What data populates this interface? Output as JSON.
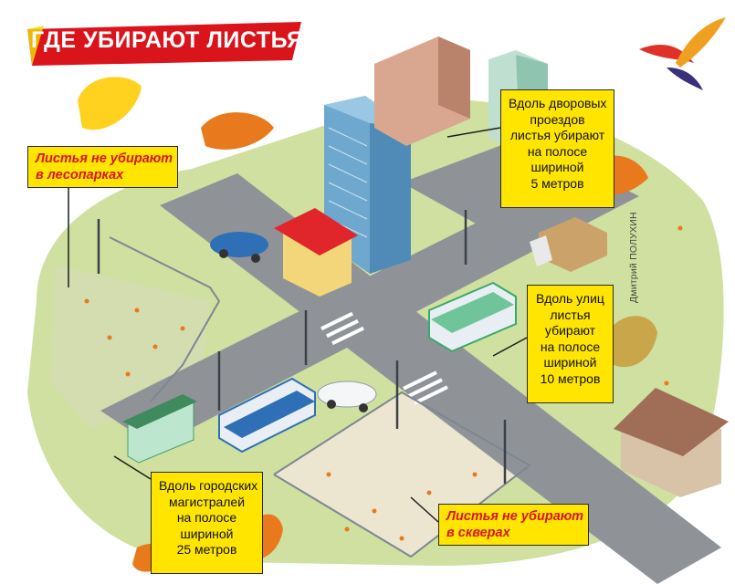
{
  "title": "ГДЕ УБИРАЮТ ЛИСТЬЯ",
  "callouts": {
    "courtyard": {
      "lines": [
        "Вдоль дворовых",
        "проездов",
        "листья убирают",
        "на полосе",
        "шириной",
        "5 метров"
      ]
    },
    "streets": {
      "lines": [
        "Вдоль улиц",
        "листья",
        "убирают",
        "на полосе",
        "шириной",
        "10 метров"
      ]
    },
    "highways": {
      "lines": [
        "Вдоль городских",
        "магистралей",
        "на полосе",
        "шириной",
        "25 метров"
      ]
    },
    "forest_parks": {
      "lines": [
        "Листья не убирают",
        "в лесопарках"
      ]
    },
    "squares": {
      "lines": [
        "Листья не убирают",
        "в скверах"
      ]
    }
  },
  "author_credit": "Дмитрий ПОЛУХИН",
  "colors": {
    "banner_red": "#d9141b",
    "callout_yellow": "#ffe500",
    "grass": "#cfe0a0",
    "road": "#8f9398",
    "building_blue": "#6ea8cf",
    "leaf_orange": "#e8791c",
    "logo": [
      "#e0302a",
      "#f0a020",
      "#3a2f7a"
    ]
  },
  "icons": [
    "swallow-logo",
    "autumn-leaf",
    "birch-leaf"
  ]
}
